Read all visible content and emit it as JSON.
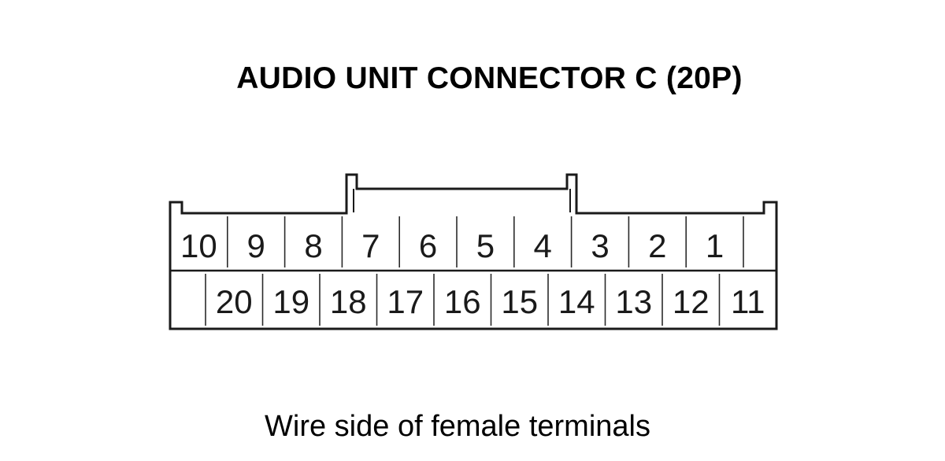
{
  "title": "AUDIO UNIT CONNECTOR C (20P)",
  "caption": "Wire side of female terminals",
  "connector": {
    "top_row_pins": [
      "10",
      "9",
      "8",
      "7",
      "6",
      "5",
      "4",
      "3",
      "2",
      "1",
      ""
    ],
    "bottom_row_pins": [
      "",
      "20",
      "19",
      "18",
      "17",
      "16",
      "15",
      "14",
      "13",
      "12",
      "11"
    ]
  }
}
